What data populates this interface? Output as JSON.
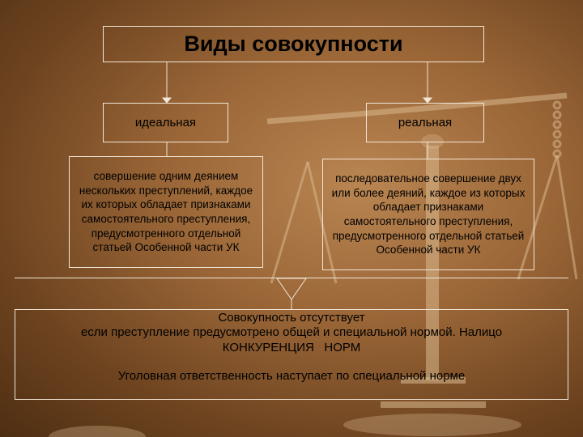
{
  "title": "Виды совокупности",
  "ideal": {
    "label": "идеальная",
    "description": "совершение одним деянием нескольких преступлений, каждое их которых обладает признаками самостоятельного преступления, предусмотренного отдельной статьей Особенной части УК"
  },
  "real": {
    "label": "реальная",
    "description": "последовательное совершение двух или более деяний, каждое из которых обладает признаками самостоятельного  преступления, предусмотренного отдельной статьей Особенной части УК"
  },
  "result": {
    "line1": "Совокупность отсутствует",
    "line2": "если преступление предусмотрено общей и специальной нормой. Налицо",
    "line3": "КОНКУРЕНЦИЯ   НОРМ",
    "responsibility": "Уголовная ответственность наступает по специальной норме"
  },
  "colors": {
    "background": "#9a6637",
    "border": "#f2e6d6",
    "text": "#000000"
  }
}
